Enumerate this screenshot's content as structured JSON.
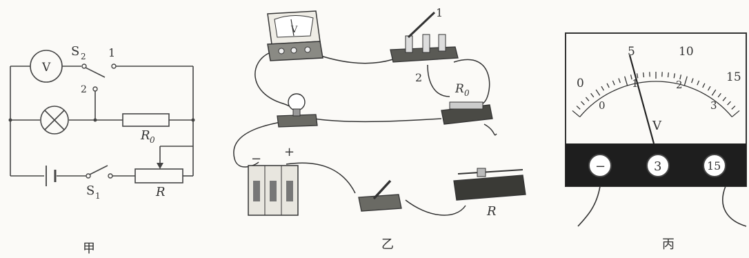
{
  "figure_a": {
    "caption": "甲",
    "voltmeter": "V",
    "switch_s2": "S",
    "switch_s2_sub": "2",
    "terminal_1": "1",
    "terminal_2": "2",
    "resistor_r0": "R",
    "resistor_r0_sub": "0",
    "switch_s1": "S",
    "switch_s1_sub": "1",
    "rheostat": "R"
  },
  "figure_b": {
    "caption": "乙",
    "meter_letter": "V",
    "terminal_1": "1",
    "terminal_2": "2",
    "resistor_r0": "R",
    "resistor_r0_sub": "0",
    "battery_minus": "−",
    "battery_plus": "+",
    "rheostat": "R"
  },
  "figure_c": {
    "caption": "丙",
    "upper_scale": [
      "0",
      "5",
      "10",
      "15"
    ],
    "lower_scale": [
      "0",
      "1",
      "2",
      "3"
    ],
    "unit": "V",
    "terminals": [
      "−",
      "3",
      "15"
    ]
  },
  "colors": {
    "ink": "#333333",
    "meter_base": "#1e1e1e",
    "paper": "#fbfaf7"
  }
}
